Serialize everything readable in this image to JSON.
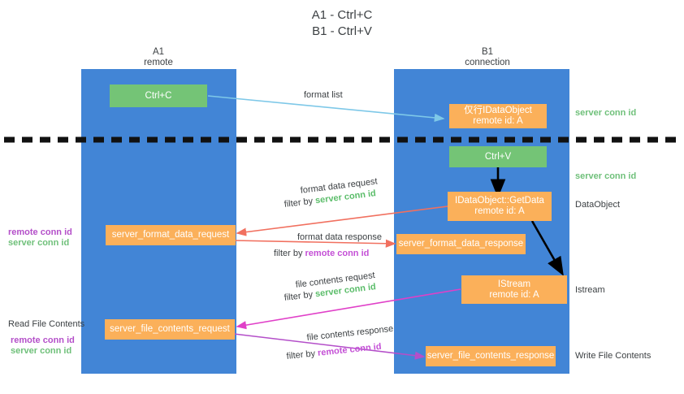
{
  "title": "A1 - Ctrl+C\nB1 - Ctrl+V",
  "columns": [
    {
      "name": "A1",
      "sub": "remote"
    },
    {
      "name": "B1",
      "sub": "connection"
    }
  ],
  "boxes": {
    "ctrl_c": "Ctrl+C",
    "ctrl_v": "Ctrl+V",
    "idataobject_top": "仅行IDataObject\nremote id: A",
    "idataobject_getdata": "IDataObject::GetData\nremote id: A",
    "istream": "IStream\nremote id: A",
    "server_format_data_request": "server_format_data_request",
    "server_format_data_response": "server_format_data_response",
    "server_file_contents_request": "server_file_contents_request",
    "server_file_contents_response": "server_file_contents_response"
  },
  "edges": {
    "format_list": "format list",
    "format_data_request": "format data request",
    "format_data_request_filter_prefix": "filter by ",
    "format_data_request_filter_value": "server conn id",
    "format_data_response": "format data response",
    "format_data_response_filter_prefix": "filter by ",
    "format_data_response_filter_value": "remote conn id",
    "file_contents_request": "file contents request",
    "file_contents_request_filter_prefix": "filter by ",
    "file_contents_request_filter_value": "server conn id",
    "file_contents_response": "file contents response",
    "file_contents_response_filter_prefix": "filter by ",
    "file_contents_response_filter_value": "remote conn id"
  },
  "right_labels": {
    "server_conn_id_1": "server conn id",
    "server_conn_id_2": "server conn id",
    "dataobject": "DataObject",
    "istream": "Istream",
    "write_file_contents": "Write File Contents"
  },
  "left_labels": {
    "remote_conn_id_1": "remote conn id",
    "server_conn_id_1": "server conn id",
    "read_file_contents": "Read File Contents",
    "remote_conn_id_2": "remote conn id",
    "server_conn_id_2": "server conn id"
  },
  "colors": {
    "lane": "#4285d6",
    "green_box": "#74c476",
    "orange_box": "#fbb05a",
    "server_conn_id": "#5bbd6a",
    "remote_conn_id": "#c450d6",
    "arrow_blue": "#7ec8e8",
    "arrow_red": "#f1705f",
    "arrow_magenta": "#e040c8",
    "arrow_purple": "#b44fc9",
    "arrow_black": "#000000",
    "divider": "#111111"
  }
}
